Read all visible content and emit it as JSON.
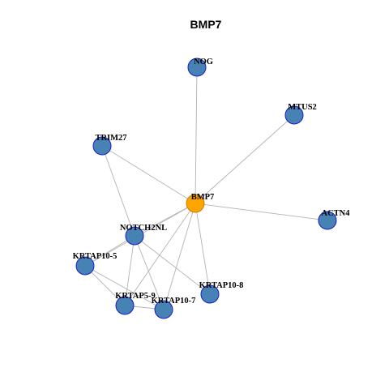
{
  "title": "BMP7",
  "colors": {
    "hub_fill": "#FFA500",
    "hub_stroke": "#CC7A00",
    "node_fill": "#4682B4",
    "node_stroke": "#1A1ACC",
    "edge": "#B3B3B3"
  },
  "nodes": [
    {
      "id": "BMP7",
      "label": "BMP7",
      "hub": true
    },
    {
      "id": "NOG",
      "label": "NOG"
    },
    {
      "id": "MTUS2",
      "label": "MTUS2"
    },
    {
      "id": "TRIM27",
      "label": "TRIM27"
    },
    {
      "id": "ACTN4",
      "label": "ACTN4"
    },
    {
      "id": "NOTCH2NL",
      "label": "NOTCH2NL"
    },
    {
      "id": "KRTAP10-5",
      "label": "KRTAP10-5"
    },
    {
      "id": "KRTAP10-8",
      "label": "KRTAP10-8"
    },
    {
      "id": "KRTAP5-9",
      "label": "KRTAP5-9"
    },
    {
      "id": "KRTAP10-7",
      "label": "KRTAP10-7"
    }
  ],
  "edges": [
    [
      "BMP7",
      "NOG"
    ],
    [
      "BMP7",
      "MTUS2"
    ],
    [
      "BMP7",
      "TRIM27"
    ],
    [
      "BMP7",
      "ACTN4"
    ],
    [
      "BMP7",
      "NOTCH2NL"
    ],
    [
      "BMP7",
      "KRTAP10-5"
    ],
    [
      "BMP7",
      "KRTAP10-8"
    ],
    [
      "BMP7",
      "KRTAP5-9"
    ],
    [
      "BMP7",
      "KRTAP10-7"
    ],
    [
      "TRIM27",
      "NOTCH2NL"
    ],
    [
      "NOTCH2NL",
      "KRTAP10-5"
    ],
    [
      "NOTCH2NL",
      "KRTAP5-9"
    ],
    [
      "NOTCH2NL",
      "KRTAP10-7"
    ],
    [
      "NOTCH2NL",
      "KRTAP10-8"
    ],
    [
      "KRTAP10-5",
      "KRTAP5-9"
    ],
    [
      "KRTAP10-5",
      "KRTAP10-7"
    ],
    [
      "KRTAP5-9",
      "KRTAP10-7"
    ]
  ]
}
